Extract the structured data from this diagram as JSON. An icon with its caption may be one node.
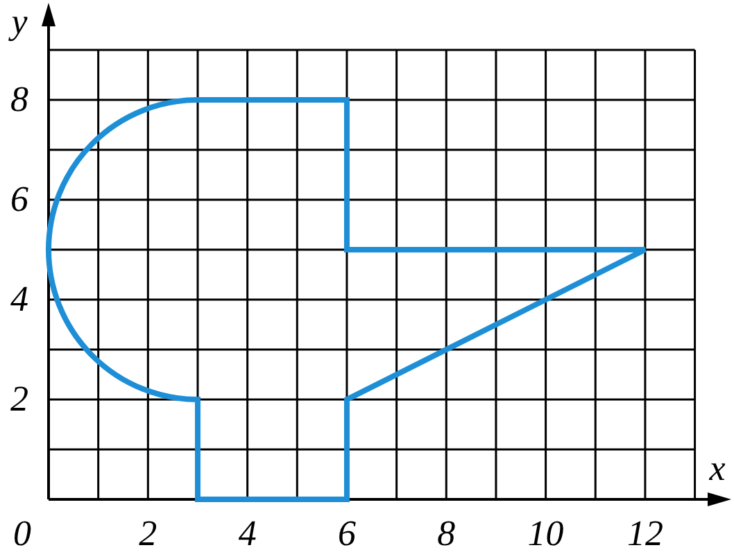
{
  "diagram": {
    "labels": [
      "y",
      "8",
      "6",
      "4",
      "2",
      "x",
      "0",
      "2",
      "4",
      "6",
      "8",
      "10",
      "12"
    ]
  }
}
